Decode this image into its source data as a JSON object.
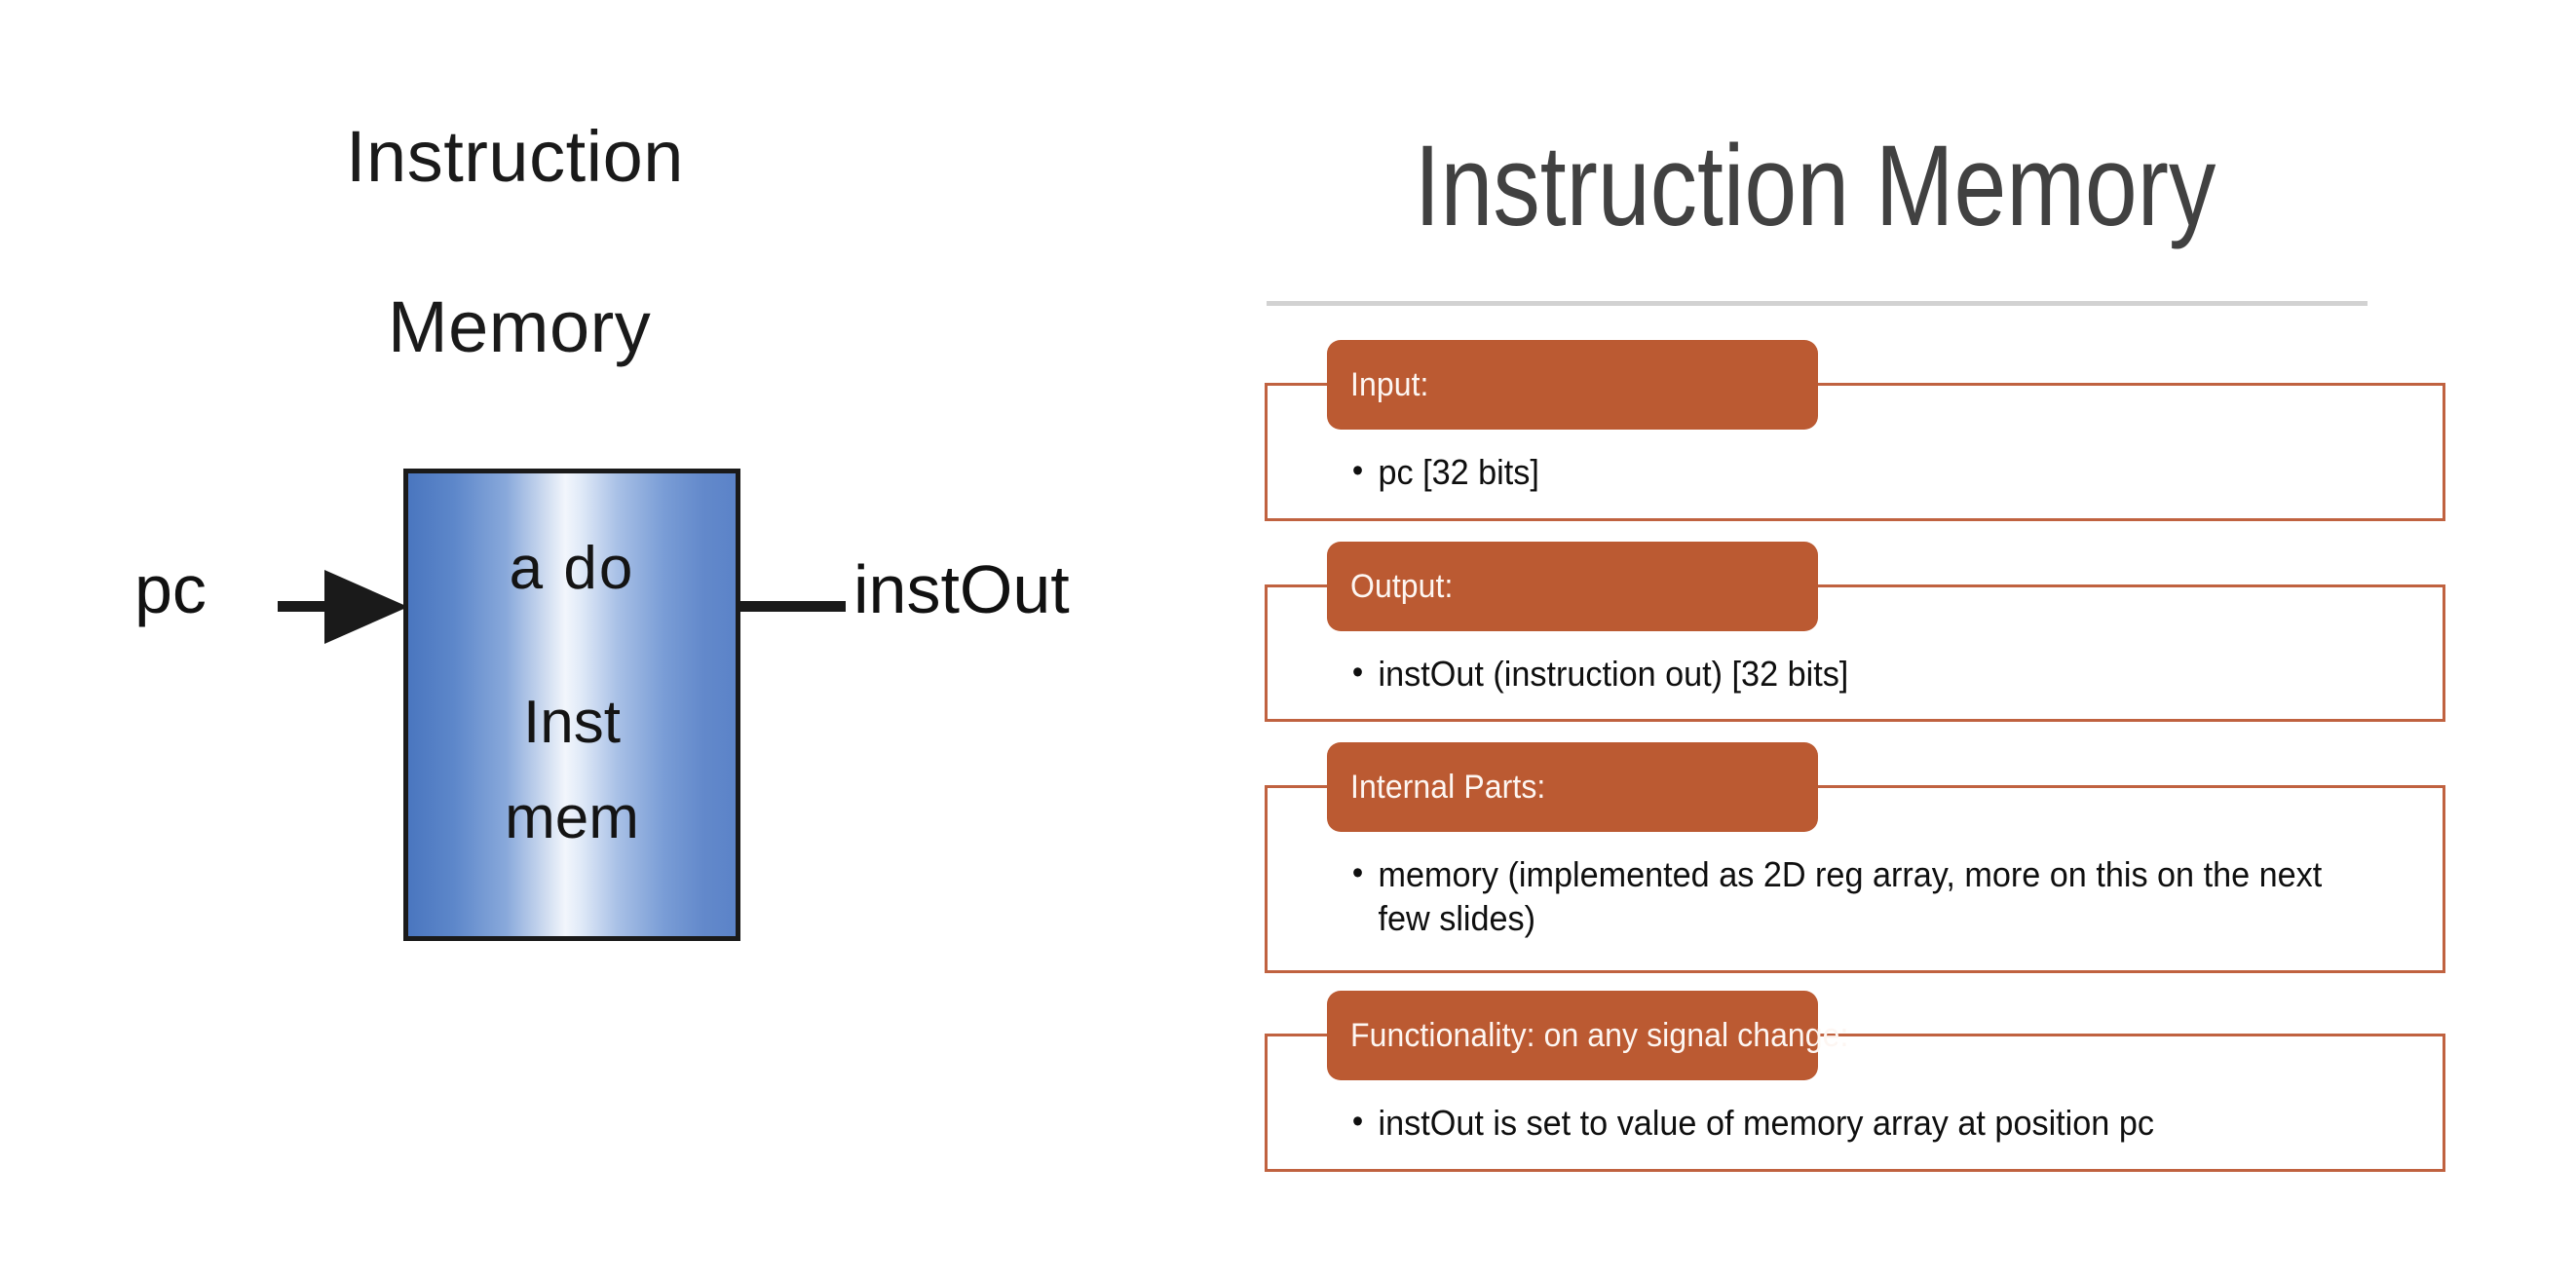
{
  "diagram": {
    "title_line_1": "Instruction",
    "title_line_2": "Memory",
    "block": {
      "ports_label": "a   do",
      "name_line_1": "Inst",
      "name_line_2": "mem",
      "fill_start_color": "#4a76bf",
      "fill_highlight_color": "#f2f6fc",
      "fill_end_color": "#5b83c8",
      "border_color": "#1a1a1a"
    },
    "input_signal_label": "pc",
    "output_signal_label": "instOut",
    "wire_color": "#1a1a1a"
  },
  "slide": {
    "title": "Instruction Memory",
    "title_color": "#414141",
    "divider_color": "#d2d2d2",
    "accent_color": "#bb5a32",
    "body_border_color": "#c06240",
    "groups": [
      {
        "header": "Input:",
        "bullets": [
          "pc [32 bits]"
        ]
      },
      {
        "header": "Output:",
        "bullets": [
          "instOut (instruction out) [32 bits]"
        ]
      },
      {
        "header": "Internal Parts:",
        "bullets": [
          "memory (implemented as 2D reg array, more on this on the next few slides)"
        ]
      },
      {
        "header": "Functionality: on any signal change:",
        "bullets": [
          "instOut is set to value of memory array at position pc"
        ]
      }
    ]
  }
}
